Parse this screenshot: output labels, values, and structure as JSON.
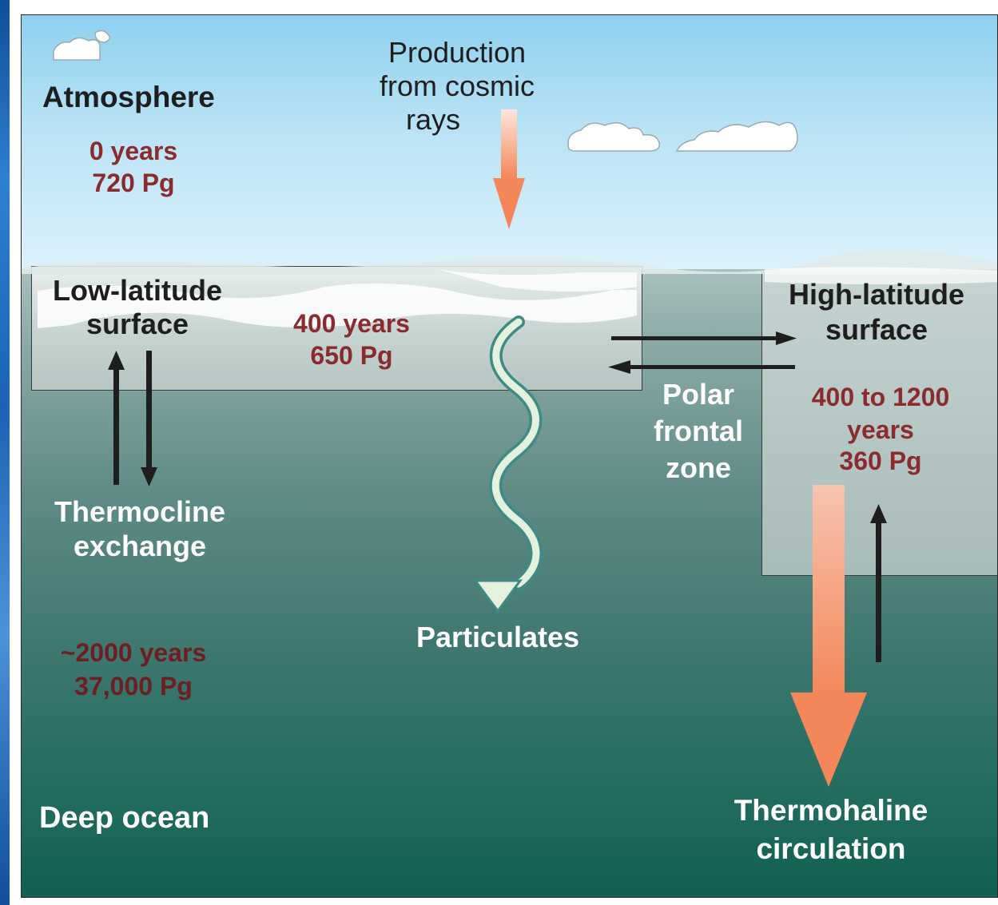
{
  "regions": {
    "atmosphere": {
      "label": "Atmosphere",
      "age": "0 years",
      "mass": "720 Pg"
    },
    "low_latitude": {
      "label_line1": "Low-latitude",
      "label_line2": "surface",
      "age": "400 years",
      "mass": "650 Pg"
    },
    "high_latitude": {
      "label_line1": "High-latitude",
      "label_line2": "surface",
      "age_line1": "400 to 1200",
      "age_line2": "years",
      "mass": "360 Pg"
    },
    "deep_ocean": {
      "label": "Deep ocean",
      "age": "~2000 years",
      "mass": "37,000 Pg"
    }
  },
  "processes": {
    "cosmic": {
      "line1": "Production",
      "line2": "from cosmic",
      "line3": "rays"
    },
    "thermocline": {
      "line1": "Thermocline",
      "line2": "exchange"
    },
    "particulates": {
      "label": "Particulates"
    },
    "polar_front": {
      "line1": "Polar",
      "line2": "frontal",
      "line3": "zone"
    },
    "thermohaline": {
      "line1": "Thermohaline",
      "line2": "circulation"
    }
  },
  "colors": {
    "value_text": "#8a2b2e",
    "orange_arrow": "#f4875a",
    "wavy_arrow": "#e4f1dc"
  }
}
